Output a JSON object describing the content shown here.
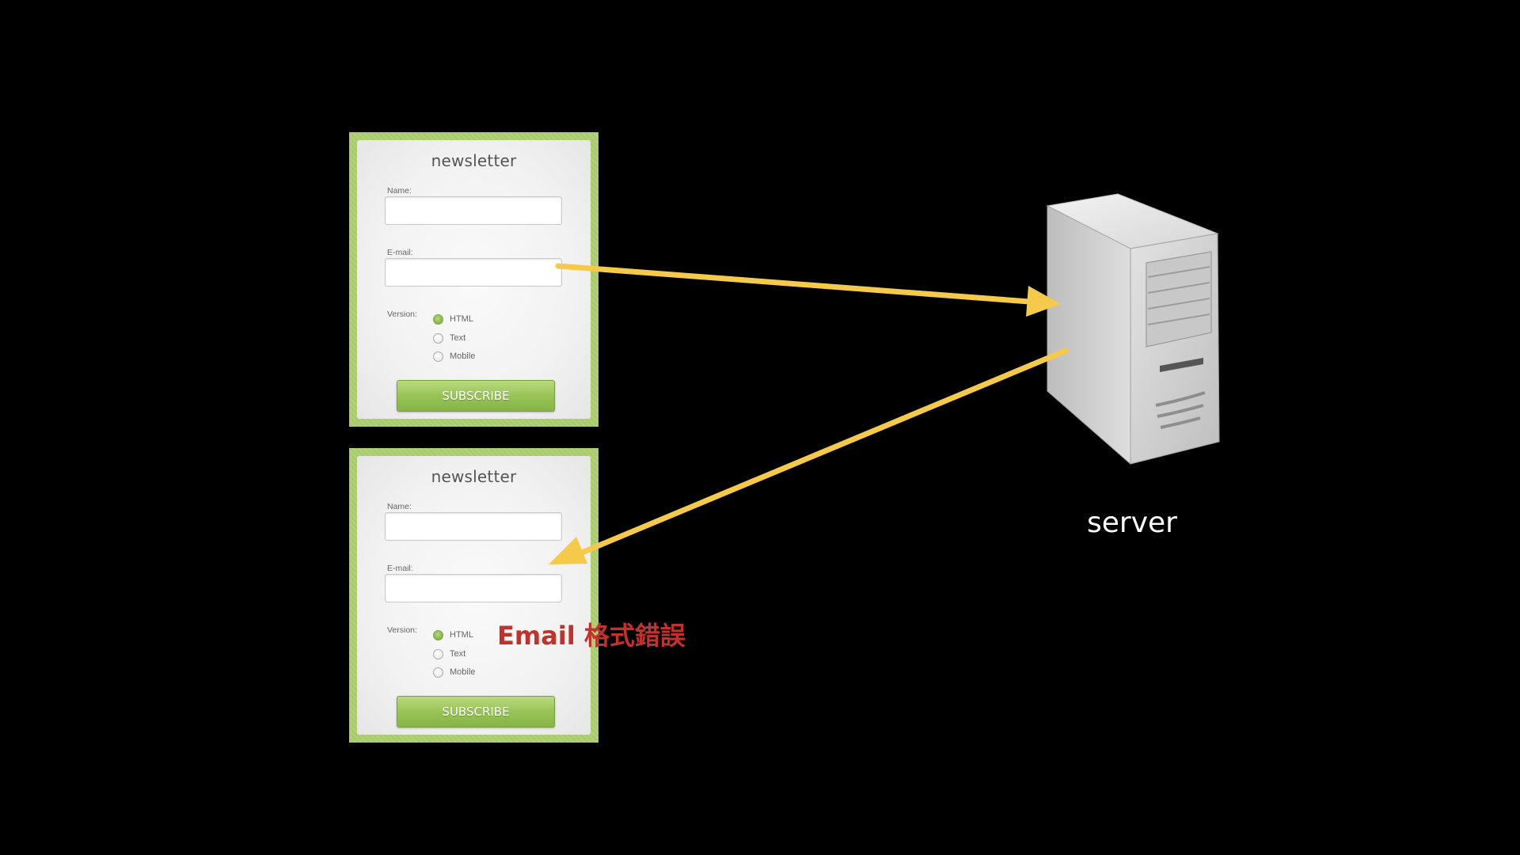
{
  "forms": [
    {
      "title": "newsletter",
      "name_label": "Name:",
      "email_label": "E-mail:",
      "version_label": "Version:",
      "options": [
        "HTML",
        "Text",
        "Mobile"
      ],
      "selected_option": "HTML",
      "button_label": "SUBSCRIBE"
    },
    {
      "title": "newsletter",
      "name_label": "Name:",
      "email_label": "E-mail:",
      "version_label": "Version:",
      "options": [
        "HTML",
        "Text",
        "Mobile"
      ],
      "selected_option": "HTML",
      "button_label": "SUBSCRIBE"
    }
  ],
  "error_message": "Email 格式錯誤",
  "server": {
    "label": "server",
    "icon": "server-icon"
  },
  "colors": {
    "background": "#000000",
    "arrow": "#f5c94a",
    "error_text": "#c0322b",
    "card_border": "#a9cc6a",
    "button": "#98c456"
  }
}
